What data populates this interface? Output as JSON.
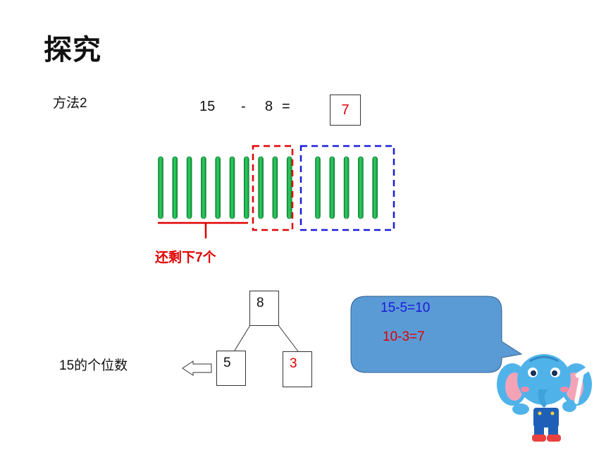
{
  "page": {
    "title": "探究",
    "method_label": "方法2"
  },
  "equation": {
    "a": "15",
    "op": "-",
    "b": "8",
    "eq": "=",
    "answer": "7"
  },
  "sticks": {
    "left_group_count": 7,
    "red_group_count": 3,
    "blue_group_count": 5,
    "remain_label": "还剩下7个"
  },
  "split": {
    "top": "8",
    "left": "5",
    "right": "3",
    "ones_label": "15的个位数"
  },
  "bubble": {
    "line1": "15-5=10",
    "line2": "10-3=7"
  },
  "colors": {
    "stick": "#1fae4b",
    "red": "#e00000",
    "blue": "#1a1adb",
    "bubble": "#5b9bd5",
    "mascot": "#4fb3ea"
  }
}
